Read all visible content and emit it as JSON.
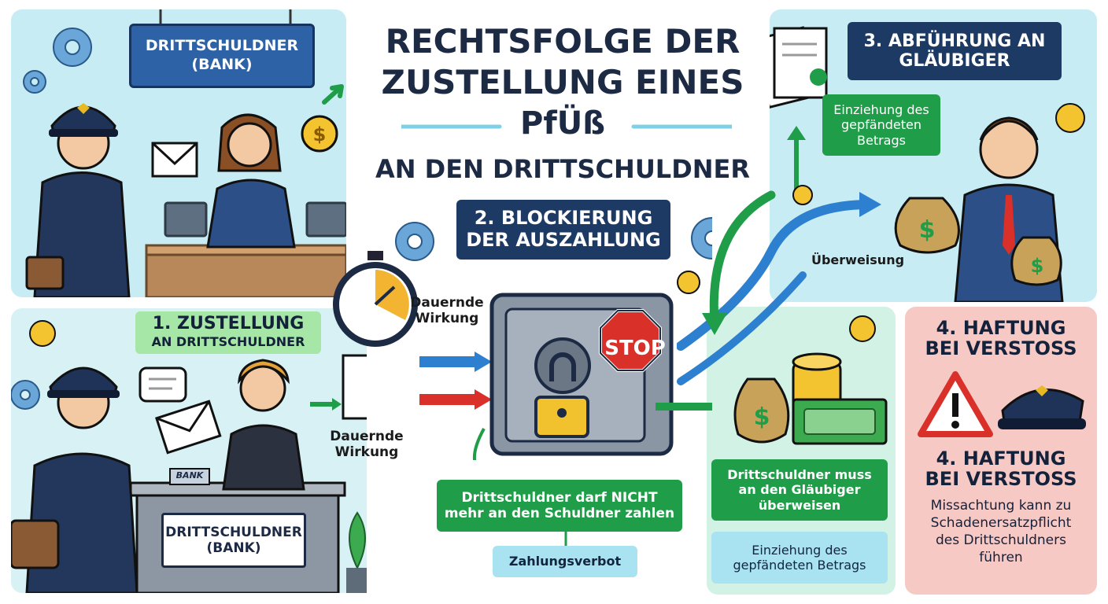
{
  "title": {
    "line1": "RECHTSFOLGE DER",
    "line2": "ZUSTELLUNG EINES",
    "line3": "PfÜß",
    "line4": "AN DEN DRITTSCHULDNER"
  },
  "top_left": {
    "sign": "DRITTSCHULDNER\n(BANK)"
  },
  "step1": {
    "label_line1": "1. ZUSTELLUNG",
    "label_line2": "AN DRITTSCHULDNER",
    "doc_caption": "Dauernde\nWirkung",
    "desk_sign": "DRITTSCHULDNER\n(BANK)",
    "counter_tag": "BANK"
  },
  "step2": {
    "label": "2. BLOCKIERUNG\nDER AUSZAHLUNG",
    "timer_caption": "Dauernde\nWirkung",
    "stop": "STOP",
    "notice": "Drittschuldner darf NICHT\nmehr an den Schuldner zahlen",
    "tag": "Zahlungsverbot"
  },
  "step3": {
    "label": "3. ABFÜHRUNG AN\nGLÄUBIGER",
    "bubble": "Einziehung des\ngepfändeten\nBetrags",
    "transfer": "Überweisung"
  },
  "middle_right": {
    "notice": "Drittschuldner muss\nan den Gläubiger\nüberweisen",
    "tag": "Einziehung des\ngepfändeten Betrags"
  },
  "step4": {
    "head1": "4. HAFTUNG\nBEI VERSTOSS",
    "head2": "4. HAFTUNG\nBEI VERSTOSS",
    "text": "Missachtung kann zu\nSchadenersatzpflicht\ndes Drittschuldners\nführen"
  },
  "colors": {
    "navy": "#1c3a63",
    "green": "#1f9d48",
    "light_blue": "#a9e2f0",
    "red_panel": "#f7c9c5",
    "stop_red": "#d9302a"
  }
}
